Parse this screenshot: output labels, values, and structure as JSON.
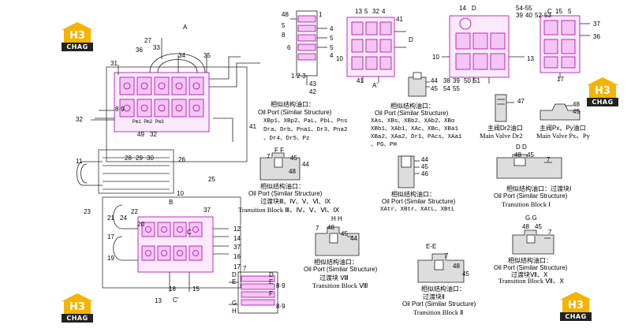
{
  "logo": {
    "mark": "H3",
    "text": "CHAG"
  },
  "main": {
    "label_A": "A",
    "label_B": "B",
    "label_C": "C",
    "label_Cp": "C'",
    "callouts_top": [
      "27",
      "36",
      "33",
      "34",
      "35",
      "31",
      "32",
      "8·9",
      "49",
      "32",
      "26",
      "41",
      "11",
      "28",
      "29",
      "30",
      "25",
      "10",
      "23",
      "21",
      "24",
      "22",
      "20",
      "17",
      "19",
      "18",
      "13",
      "37",
      "12",
      "14",
      "37",
      "16",
      "15",
      "17"
    ],
    "text_small": "Pm1 Pm2 Pm3"
  },
  "tower": {
    "nums": [
      "48",
      "1",
      "5",
      "8",
      "4",
      "5",
      "5",
      "4",
      "6",
      "1·2·3",
      "43",
      "42"
    ]
  },
  "views": {
    "v1_nums": [
      "13",
      "5",
      "32",
      "4",
      "41",
      "D",
      "10",
      "41",
      "A'"
    ],
    "v2_nums": [
      "14",
      "D",
      "54-55",
      "39",
      "40",
      "52",
      "53",
      "10",
      "38",
      "39",
      "50",
      "51",
      "54",
      "55",
      "13"
    ],
    "v3_nums": [
      "C",
      "15",
      "5",
      "37",
      "36",
      "17"
    ]
  },
  "sim1": {
    "nums": [
      "44",
      "45"
    ],
    "cn": "相似结构油口：",
    "en": "Oil Port (Similar Structure)",
    "ports": [
      "XBp1、XBp2、PaL、PbL、Pns",
      "Dra、Drb、Pna1、Dr3、Pna2",
      "、Dr4、Dr5、Pz"
    ]
  },
  "sim2": {
    "cn": "相似结构油口：",
    "en": "Oil Port (Similar Structure)",
    "ports": [
      "XAs、XBs、XBb2、XAb2、XBo",
      "XBb1、XAb1、XAc、XBc、XBa1",
      "XBa2、XAa2、Dr1、PAcs、XAa1",
      "、PG、PH"
    ]
  },
  "mainv1": {
    "num": "47",
    "cn": "主阀Dr2油口",
    "en": "Main Valve Dr2"
  },
  "mainv2": {
    "nums": [
      "48",
      "45"
    ],
    "cn": "主阀Px、Py油口",
    "en": "Main Valve Px、Py"
  },
  "ff": {
    "title": "F F",
    "nums": [
      "7",
      "45",
      "44",
      "48"
    ],
    "cn": "相似结构油口：",
    "en": "Oil Port (Similar Structure)",
    "ports": "过渡块Ⅲ、Ⅳ、Ⅴ、Ⅵ、Ⅸ",
    "tb": "Transition Block Ⅲ、Ⅳ、Ⅴ、Ⅵ、Ⅸ"
  },
  "mid3": {
    "nums": [
      "44",
      "45",
      "46"
    ],
    "cn": "相似结构油口：",
    "en": "Oil Port (Similar Structure)",
    "ports": "XAtr、XBtr、XAtL、XBtL"
  },
  "dd": {
    "title": "D D",
    "nums": [
      "48",
      "45",
      "7"
    ],
    "cn": "相似结构油口：过渡块Ⅰ",
    "en": "Oil Port (Similar Structure)",
    "tb": "Transition Block Ⅰ"
  },
  "hh": {
    "title": "H H",
    "nums": [
      "7",
      "48",
      "45",
      "44"
    ],
    "cn": "相似结构油口：",
    "en": "Oil Port (Similar Structure)",
    "ports": "过渡块 Ⅷ",
    "tb": "Transition Block Ⅷ"
  },
  "gg": {
    "title": "G G",
    "nums": [
      "48",
      "45",
      "7"
    ],
    "cn": "相似结构油口：",
    "en": "Oil Port (Similar Structure)",
    "ports": "过渡块Ⅶ、Ⅹ",
    "tb": "Transition Block Ⅶ、Ⅹ"
  },
  "ee": {
    "title": "E-E",
    "nums": [
      "7",
      "48",
      "45"
    ],
    "cn": "相似结构油口：",
    "ports": "过渡块Ⅱ",
    "en": "Oil Port (Similar Structure)",
    "tb": "Transition Block Ⅱ"
  },
  "side": {
    "nums": [
      "D",
      "E",
      "7",
      "D",
      "E",
      "F",
      "G",
      "H",
      "8·9",
      "8·9"
    ]
  }
}
